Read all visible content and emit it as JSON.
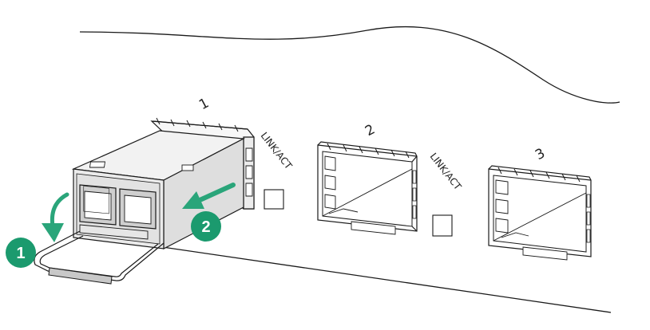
{
  "ports": [
    {
      "number": "1"
    },
    {
      "number": "2"
    },
    {
      "number": "3"
    }
  ],
  "led_labels": [
    {
      "text": "LINK/ACT"
    },
    {
      "text": "LINK/ACT"
    }
  ],
  "steps": [
    {
      "number": "1",
      "meaning": "pull-latch-down"
    },
    {
      "number": "2",
      "meaning": "slide-module-out"
    }
  ],
  "colors": {
    "step_badge": "#1b9a6e",
    "arrow": "#2aa57a",
    "line": "#1a1a1a",
    "module_top": "#f2f2f2",
    "module_side": "#dedede",
    "latch_handle": "#c8c8c8"
  }
}
